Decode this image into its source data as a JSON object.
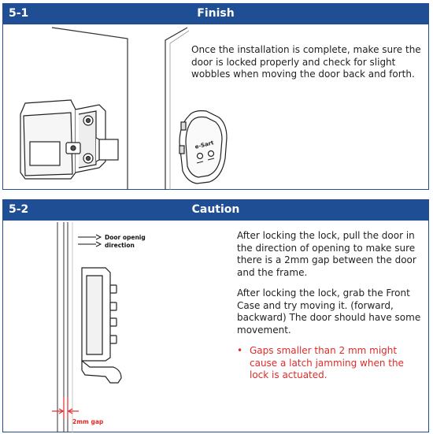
{
  "sections": [
    {
      "number": "5-1",
      "title": "Finish",
      "text": "Once the installation is complete, make sure the door is locked properly and check for slight wobbles when moving the door back and forth.",
      "device_logo": "e-Sart"
    },
    {
      "number": "5-2",
      "title": "Caution",
      "paragraphs": [
        "After locking the lock, pull the door in the direction of opening to make sure there is a 2mm gap between the door and the frame.",
        "After locking the lock, grab the Front Case and try moving it. (forward, backward) The door should have some movement."
      ],
      "warning": "Gaps smaller than 2 mm might cause a latch jamming when the lock is actuated.",
      "bullet_symbol": "•",
      "diagram": {
        "arrow_label_line1": "Door openig",
        "arrow_label_line2": "direction",
        "gap_label": "2mm gap",
        "gap_color": "#e02a2a"
      }
    }
  ],
  "colors": {
    "header": "#1f4e94",
    "warning": "#e02a2a"
  }
}
